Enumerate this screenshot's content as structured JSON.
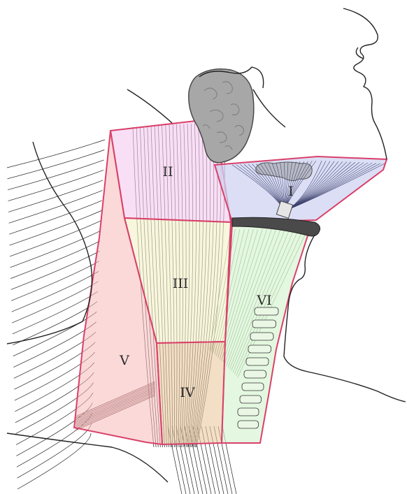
{
  "diagram": {
    "levels": [
      {
        "id": "level-1",
        "label": "I",
        "color": "#cfd3f2"
      },
      {
        "id": "level-2",
        "label": "II",
        "color": "#f5c9ef"
      },
      {
        "id": "level-3",
        "label": "III",
        "color": "#f4f1c8"
      },
      {
        "id": "level-4",
        "label": "IV",
        "color": "#e9c9a0"
      },
      {
        "id": "level-5",
        "label": "V",
        "color": "#f7b9b9"
      },
      {
        "id": "level-6",
        "label": "VI",
        "color": "#d6f2cf"
      }
    ],
    "border_color": "#d9406a",
    "outline_color": "#222222",
    "gland_color": "#a7a7a7"
  }
}
